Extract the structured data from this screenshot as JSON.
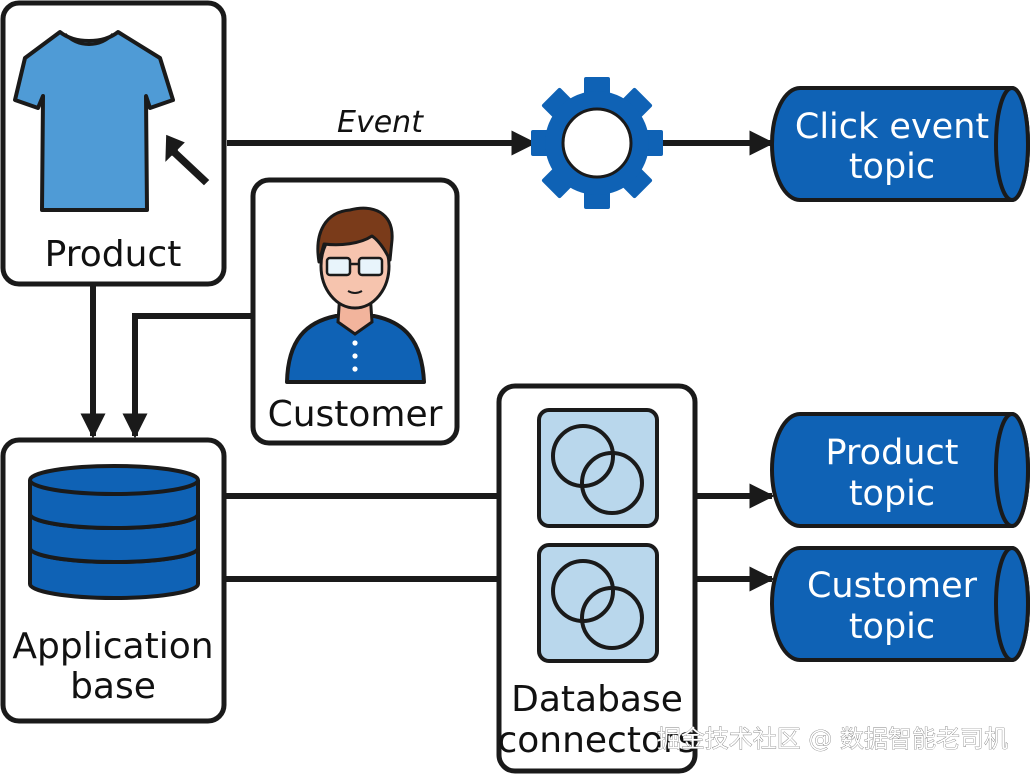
{
  "nodes": {
    "product": {
      "label": "Product"
    },
    "customer": {
      "label": "Customer"
    },
    "application_base": {
      "label_line1": "Application",
      "label_line2": "base"
    },
    "database_connectors": {
      "label_line1": "Database",
      "label_line2": "connectors"
    },
    "click_event_topic": {
      "label_line1": "Click event",
      "label_line2": "topic"
    },
    "product_topic": {
      "label_line1": "Product",
      "label_line2": "topic"
    },
    "customer_topic": {
      "label_line1": "Customer",
      "label_line2": "topic"
    }
  },
  "edges": {
    "event_label": "Event"
  },
  "icons": {
    "product": "tshirt-icon",
    "cursor": "mouse-cursor-icon",
    "processor": "gear-icon",
    "customer": "person-avatar-icon",
    "database": "database-stack-icon",
    "connector": "venn-circles-icon"
  },
  "colors": {
    "accent_blue": "#0f62b5",
    "light_blue": "#b9d7ec",
    "tshirt_blue": "#4f9bd6",
    "stroke": "#1a1a1a"
  },
  "watermark": "掘金技术社区 @ 数据智能老司机"
}
